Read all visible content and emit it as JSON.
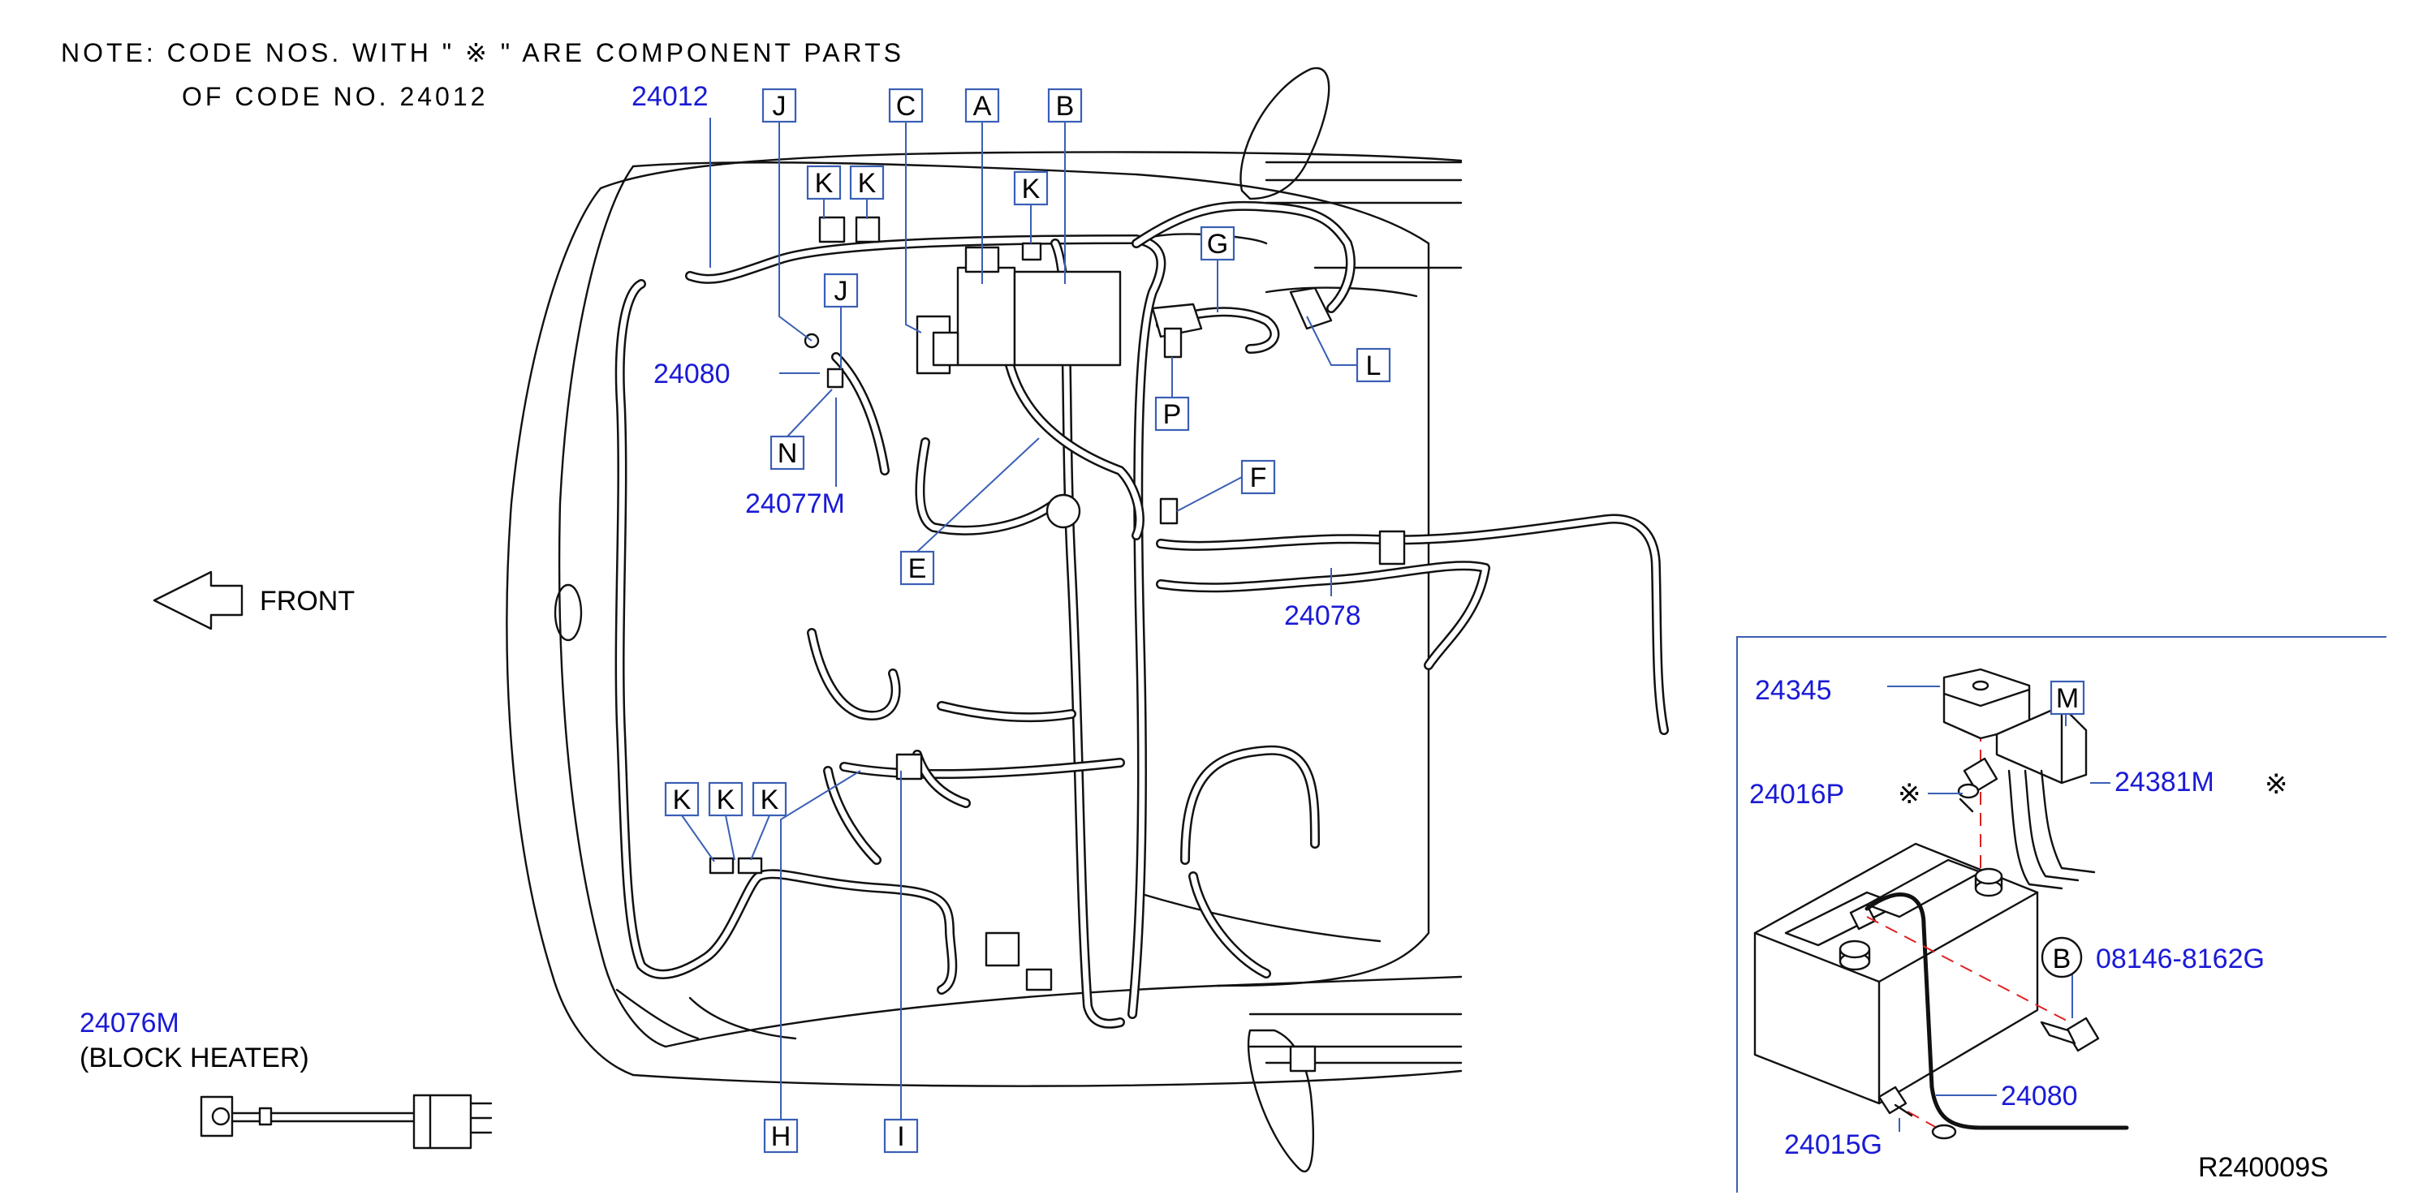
{
  "note": {
    "line1": "NOTE:  CODE  NOS.  WITH  \"  ※  \"  ARE  COMPONENT  PARTS",
    "line2": "OF  CODE  NO.  24012"
  },
  "front_label": "FRONT",
  "part_numbers": {
    "p24012": "24012",
    "p24080": "24080",
    "p24077M": "24077M",
    "p24078": "24078",
    "p24076M": "24076M",
    "block_heater": "(BLOCK  HEATER)",
    "p24345": "24345",
    "p24016P": "24016P",
    "p24381M": "24381M",
    "p08146": "08146-8162G",
    "p24080b": "24080",
    "p24015G": "24015G"
  },
  "letter_tags": {
    "J1": "J",
    "C": "C",
    "A": "A",
    "B": "B",
    "K1": "K",
    "K2": "K",
    "K3": "K",
    "G": "G",
    "J2": "J",
    "L": "L",
    "P": "P",
    "N": "N",
    "F": "F",
    "E": "E",
    "K4": "K",
    "K5": "K",
    "K6": "K",
    "H": "H",
    "I": "I",
    "M": "M"
  },
  "circle_tag_b": "B",
  "asterisk": "※",
  "diagram_code": "R240009S"
}
